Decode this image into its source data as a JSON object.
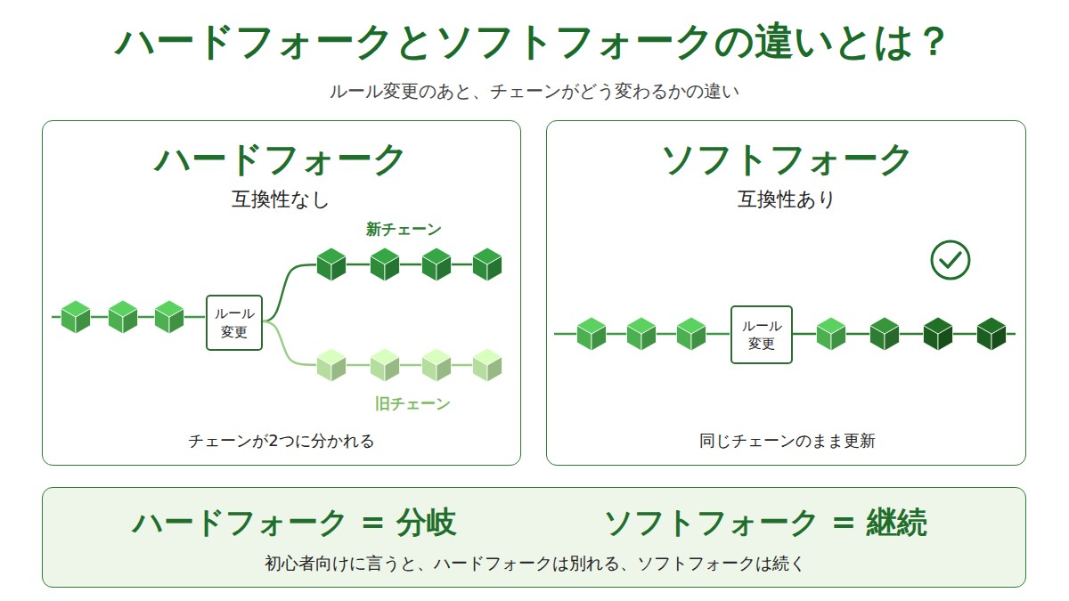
{
  "diagram": {
    "title": "ハードフォークとソフトフォークの違いとは？",
    "nodes": [
      {
        "text": [
          "ハードフォーク",
          "互換性なし",
          "チェーンが2つに分かれる"
        ]
      },
      {
        "text": [
          "ルール 変更"
        ],
        "in": 0
      },
      {
        "text": [
          "ソフトフォーク",
          "互換性あり",
          "同じチェーンのまま更新"
        ]
      },
      {
        "text": [
          "ルール 変更"
        ],
        "in": 2
      },
      {
        "text": [
          "ハードフォーク = 分岐",
          "ソフトフォーク = 継続",
          "初心者向けに言うと、ハードフォークは別れる、ソフトフォークは続く"
        ]
      }
    ],
    "labels": [
      "ルール変更のあと、チェーンがどう変わるかの違い",
      "新チェーン",
      "旧チェーン"
    ]
  }
}
